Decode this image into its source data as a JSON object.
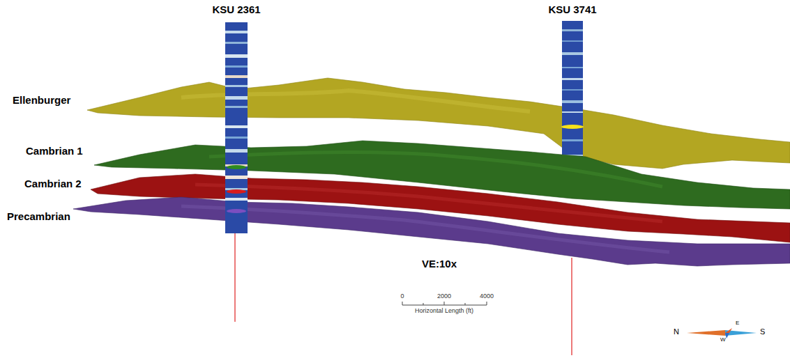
{
  "diagram": {
    "labels": [
      "KSU 2361",
      "KSU 3741",
      "Ellenburger",
      "Cambrian 1",
      "Cambrian 2",
      "Precambrian",
      "VE:10x",
      "0",
      "2000",
      "4000",
      "Horizontal Length (ft)",
      "N",
      "E",
      "W",
      "S"
    ]
  }
}
